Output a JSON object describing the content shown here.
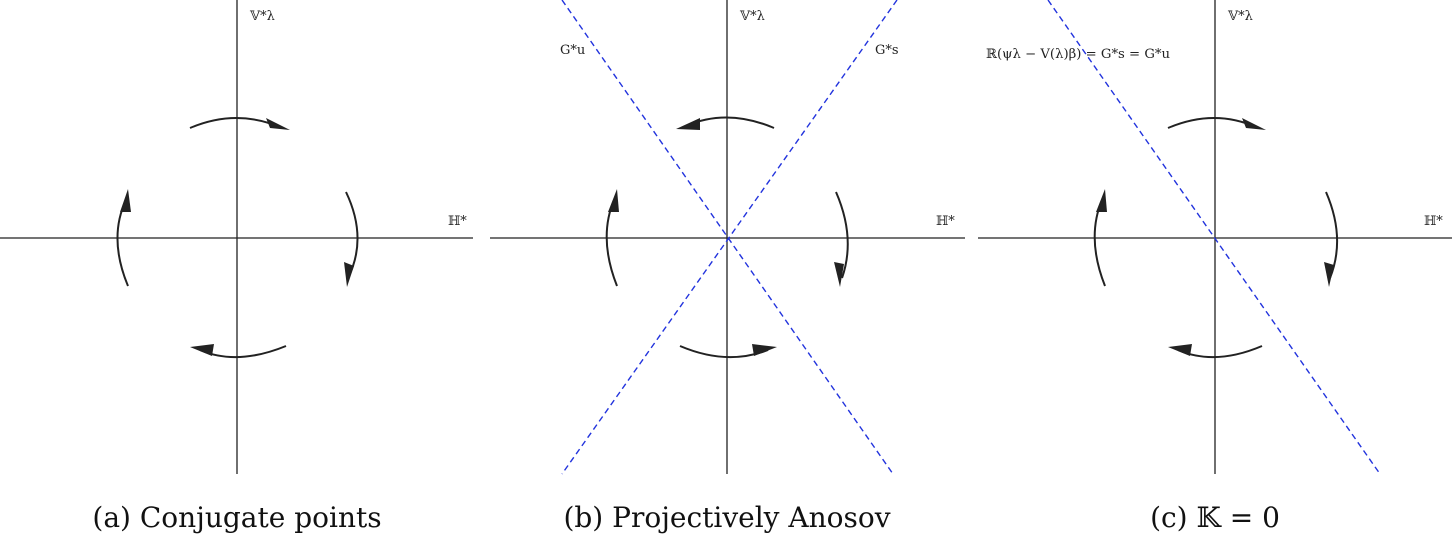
{
  "panels": [
    {
      "axis_v": "𝕍*λ",
      "axis_h": "ℍ*",
      "caption": "(a) Conjugate points"
    },
    {
      "axis_v": "𝕍*λ",
      "axis_h": "ℍ*",
      "line_u_label": "G*u",
      "line_s_label": "G*s",
      "caption": "(b) Projectively Anosov"
    },
    {
      "axis_v": "𝕍*λ",
      "axis_h": "ℍ*",
      "line_label": "ℝ(ψλ − V(λ)β) = G*s = G*u",
      "caption": "(c) 𝕂 = 0"
    }
  ],
  "colors": {
    "axes": "#222222",
    "dashed": "#2233dd"
  }
}
